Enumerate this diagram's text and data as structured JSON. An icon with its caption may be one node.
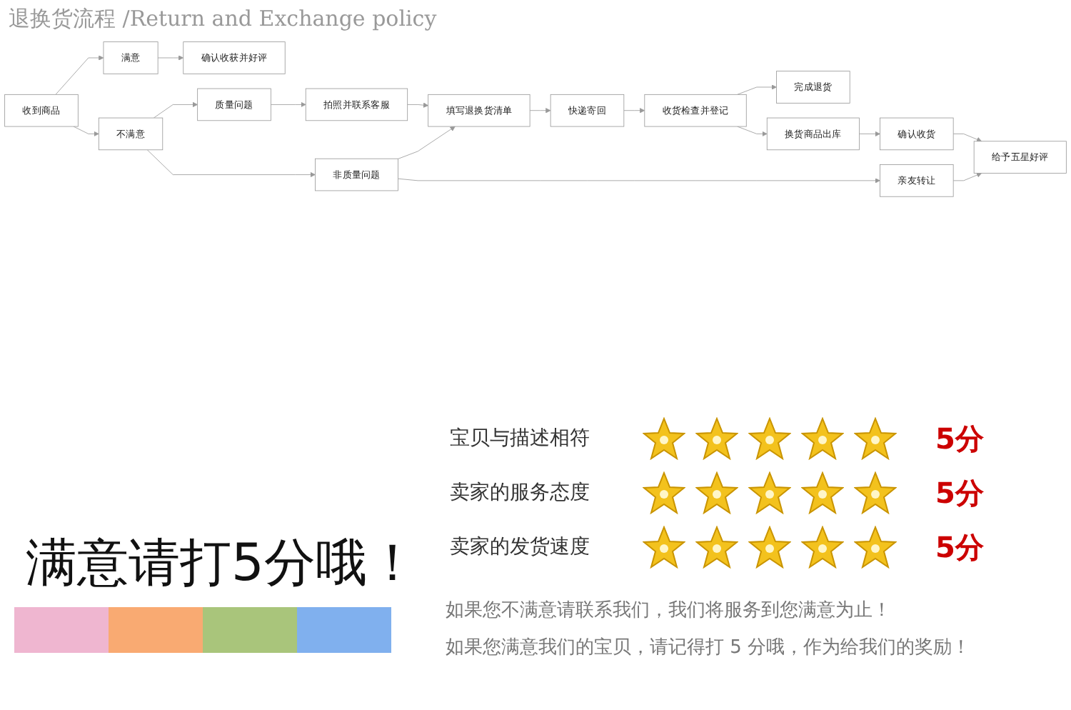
{
  "diagram": {
    "title": "退换货流程 /Return and Exchange policy",
    "nodes": [
      {
        "text": [
          "收到商品"
        ]
      },
      {
        "text": [
          "满意"
        ]
      },
      {
        "text": [
          "确认收获并好评"
        ]
      },
      {
        "text": [
          "不满意"
        ]
      },
      {
        "text": [
          "质量问题"
        ]
      },
      {
        "text": [
          "拍照并联系客服"
        ]
      },
      {
        "text": [
          "非质量问题"
        ]
      },
      {
        "text": [
          "填写退换货清单"
        ]
      },
      {
        "text": [
          "快递寄回"
        ]
      },
      {
        "text": [
          "收货检查并登记"
        ]
      },
      {
        "text": [
          "完成退货"
        ]
      },
      {
        "text": [
          "换货商品出库"
        ]
      },
      {
        "text": [
          "确认收货"
        ]
      },
      {
        "text": [
          "给予五星好评"
        ]
      },
      {
        "text": [
          "亲友转让"
        ]
      }
    ],
    "edges": [
      {
        "from": 0,
        "to": 1,
        "arrow": "to"
      },
      {
        "from": 1,
        "to": 2,
        "arrow": "to"
      },
      {
        "from": 0,
        "to": 3,
        "arrow": "to"
      },
      {
        "from": 3,
        "to": 4,
        "arrow": "to"
      },
      {
        "from": 4,
        "to": 5,
        "arrow": "to"
      },
      {
        "from": 3,
        "to": 6,
        "arrow": "to"
      },
      {
        "from": 5,
        "to": 7,
        "arrow": "to"
      },
      {
        "from": 6,
        "to": 7,
        "arrow": "to"
      },
      {
        "from": 7,
        "to": 8,
        "arrow": "to"
      },
      {
        "from": 8,
        "to": 9,
        "arrow": "to"
      },
      {
        "from": 9,
        "to": 10,
        "arrow": "to"
      },
      {
        "from": 9,
        "to": 11,
        "arrow": "to"
      },
      {
        "from": 11,
        "to": 12,
        "arrow": "to"
      },
      {
        "from": 12,
        "to": 13,
        "arrow": "to"
      },
      {
        "from": 6,
        "to": 14,
        "arrow": "to"
      },
      {
        "from": 14,
        "to": 13,
        "arrow": "to"
      }
    ],
    "labels": [
      "宝贝与描述相符",
      "5分",
      "卖家的服务态度",
      "5分",
      "卖家的发货速度",
      "5分",
      "满意请打5分哦！",
      "如果您不满意请联系我们，我们将服务到您满意为止！",
      "如果您满意我们的宝贝，请记得打 5 分哦，作为给我们的奖励！"
    ]
  }
}
